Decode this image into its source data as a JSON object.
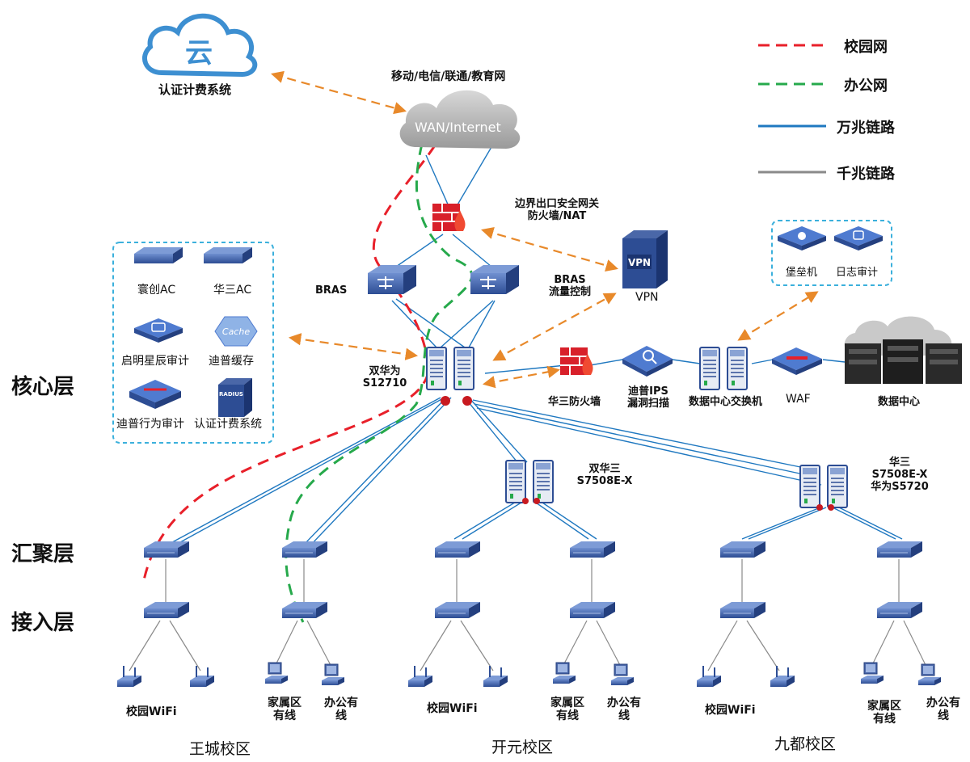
{
  "legend": [
    {
      "label": "校园网",
      "color": "#e8202a",
      "dashed": true
    },
    {
      "label": "办公网",
      "color": "#26a94b",
      "dashed": true
    },
    {
      "label": "万兆链路",
      "color": "#1f78c0",
      "dashed": false
    },
    {
      "label": "千兆链路",
      "color": "#8a8a8a",
      "dashed": false
    }
  ],
  "layers": {
    "core": "核心层",
    "aggregation": "汇聚层",
    "access": "接入层"
  },
  "top": {
    "auth_cloud_label": "认证计费系统",
    "wan_caption": "移动/电信/联通/教育网",
    "wan_label": "WAN/Internet",
    "gateway_label": "边界出口安全网关\n防火墙/NAT",
    "bras_left": "BRAS",
    "bras_right": "BRAS\n流量控制",
    "vpn_label": "VPN",
    "vpn_icon_text": "VPN"
  },
  "left_panel": {
    "items": [
      {
        "label": "寰创AC"
      },
      {
        "label": "华三AC"
      },
      {
        "label": "启明星辰审计"
      },
      {
        "label": "迪普缓存",
        "icon_text": "Cache"
      },
      {
        "label": "迪普行为审计"
      },
      {
        "label": "认证计费系统",
        "icon_text": "RADIUS"
      }
    ]
  },
  "right_panel": {
    "items": [
      {
        "label": "堡垒机"
      },
      {
        "label": "日志审计"
      }
    ]
  },
  "core": {
    "label": "双华为\nS12710"
  },
  "dc_chain": {
    "firewall": "华三防火墙",
    "ips": "迪普IPS\n漏洞扫描",
    "dc_switch": "数据中心交换机",
    "waf": "WAF",
    "datacenter": "数据中心"
  },
  "aggregation": {
    "kaiyuan_core": "双华三\nS7508E-X",
    "jiudu_core": "华三\nS7508E-X\n华为S5720"
  },
  "campuses": [
    {
      "name": "王城校区",
      "wifi": "校园WiFi",
      "family": "家属区\n有线",
      "office": "办公有\n线"
    },
    {
      "name": "开元校区",
      "wifi": "校园WiFi",
      "family": "家属区\n有线",
      "office": "办公有\n线"
    },
    {
      "name": "九都校区",
      "wifi": "校园WiFi",
      "family": "家属区\n有线",
      "office": "办公有\n线"
    }
  ],
  "colors": {
    "campus": "#e8202a",
    "office": "#26a94b",
    "tengig": "#1f78c0",
    "gig": "#8a8a8a",
    "orange": "#e8892a",
    "device": "#3d5fa8",
    "panel_border": "#3bb0dc"
  }
}
